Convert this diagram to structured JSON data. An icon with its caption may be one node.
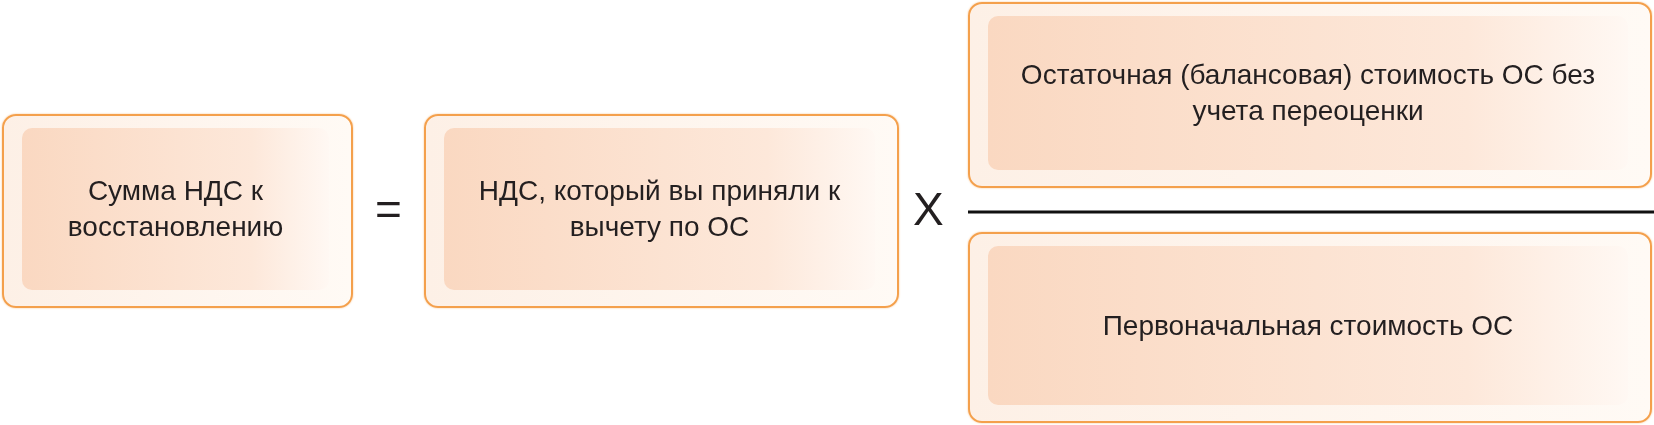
{
  "diagram": {
    "nodes": [
      {
        "text": [
          "Сумма НДС к восстановлению"
        ]
      },
      {
        "text": [
          "НДС, который вы приняли к вычету по ОС"
        ]
      },
      {
        "text": [
          "Остаточная (балансовая) стоимость ОС без учета переоценки"
        ]
      },
      {
        "text": [
          "Первоначальная стоимость ОС"
        ]
      }
    ],
    "labels": [
      "=",
      "Х"
    ]
  }
}
